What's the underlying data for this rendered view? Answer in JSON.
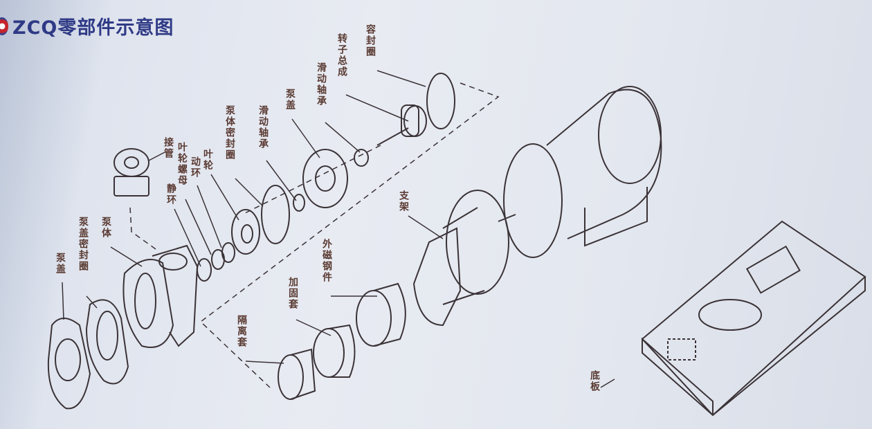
{
  "title": "ZCQ零部件示意图",
  "labels": {
    "seal_ring": "容封圈",
    "rotor_assembly": "转子总成",
    "sliding_bearing_1": "滑动轴承",
    "pump_cover_top": "泵盖",
    "sliding_bearing_2": "滑动轴承",
    "pump_body_seal": "泵体密封圈",
    "impeller": "叶轮",
    "moving_ring": "动环",
    "impeller_nut": "叶轮螺母",
    "static_ring": "静环",
    "connecting_pipe": "接管",
    "pump_body": "泵体",
    "pump_cover_seal": "泵盖密封圈",
    "pump_cover": "泵盖",
    "bracket": "支架",
    "outer_magnet": "外磁钢件",
    "reinforcing_sleeve": "加固套",
    "isolation_sleeve": "隔离套",
    "base_plate": "底板"
  }
}
